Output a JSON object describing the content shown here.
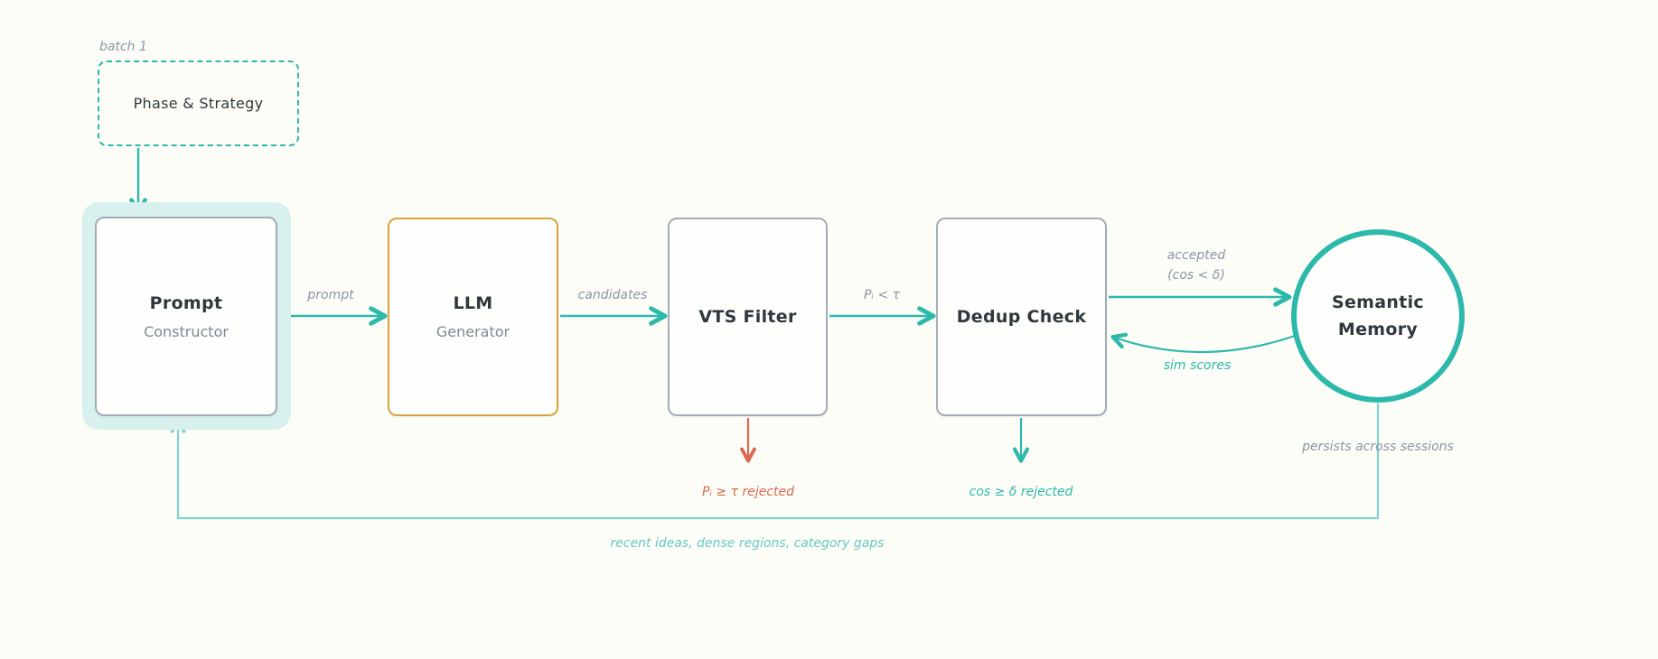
{
  "diagram": {
    "batch_label": "batch 1",
    "nodes": {
      "phase_strategy": {
        "title": "Phase & Strategy"
      },
      "prompt_constructor": {
        "title": "Prompt",
        "subtitle": "Constructor"
      },
      "llm_generator": {
        "title": "LLM",
        "subtitle": "Generator"
      },
      "vts_filter": {
        "title": "VTS Filter"
      },
      "dedup_check": {
        "title": "Dedup Check"
      },
      "semantic_memory": {
        "line1": "Semantic",
        "line2": "Memory"
      }
    },
    "edge_labels": {
      "prompt": "prompt",
      "candidates": "candidates",
      "pi_below_tau": "Pᵢ < τ",
      "accepted_line1": "accepted",
      "accepted_line2": "(cos < δ)",
      "sim_scores": "sim scores",
      "vts_rejected": "Pᵢ ≥ τ rejected",
      "dedup_rejected": "cos ≥ δ rejected",
      "persists": "persists across sessions",
      "feedback": "recent ideas, dense regions, category gaps"
    },
    "colors": {
      "teal": "#2cb9ab",
      "teal_light_line": "#7fd4cd",
      "teal_light_text": "#66cac1",
      "mint_highlight": "#d8f1ee",
      "gray_border": "#a4adb5",
      "orange_border": "#d9a440",
      "salmon": "#d9684f",
      "label_gray": "#8b95a5",
      "text_dark": "#2f383e",
      "background": "#fdfdf7"
    }
  }
}
